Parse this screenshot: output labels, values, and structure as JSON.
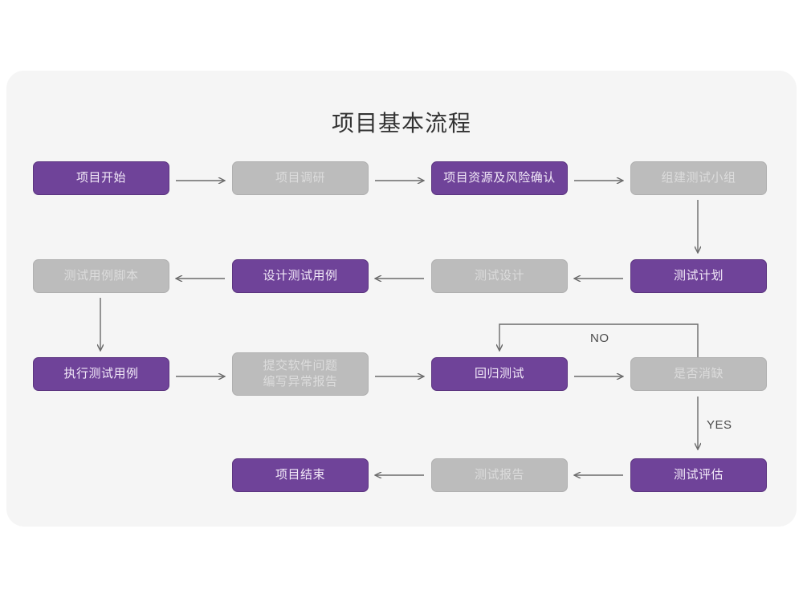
{
  "chart_data": {
    "type": "diagram",
    "diagram_kind": "flowchart",
    "title": "项目基本流程",
    "colors": {
      "canvas": "#ffffff",
      "card_background": "#f5f5f5",
      "accent_purple": "#6f4399",
      "muted_gray": "#bcbcbc",
      "purple_text": "#f2e9f8",
      "gray_text": "#dcdcdc",
      "connector": "#6b6b6b",
      "title_text": "#333333"
    },
    "nodes": [
      {
        "id": "n1",
        "label": "项目开始",
        "style": "purple",
        "row": 1,
        "col": 1
      },
      {
        "id": "n2",
        "label": "项目调研",
        "style": "gray",
        "row": 1,
        "col": 2
      },
      {
        "id": "n3",
        "label": "项目资源及风险确认",
        "style": "purple",
        "row": 1,
        "col": 3
      },
      {
        "id": "n4",
        "label": "组建测试小组",
        "style": "gray",
        "row": 1,
        "col": 4
      },
      {
        "id": "n5",
        "label": "测试用例脚本",
        "style": "gray",
        "row": 2,
        "col": 1
      },
      {
        "id": "n6",
        "label": "设计测试用例",
        "style": "purple",
        "row": 2,
        "col": 2
      },
      {
        "id": "n7",
        "label": "测试设计",
        "style": "gray",
        "row": 2,
        "col": 3
      },
      {
        "id": "n8",
        "label": "测试计划",
        "style": "purple",
        "row": 2,
        "col": 4
      },
      {
        "id": "n9",
        "label": "执行测试用例",
        "style": "purple",
        "row": 3,
        "col": 1
      },
      {
        "id": "n10",
        "label": "提交软件问题\n编写异常报告",
        "style": "gray",
        "row": 3,
        "col": 2
      },
      {
        "id": "n11",
        "label": "回归测试",
        "style": "purple",
        "row": 3,
        "col": 3
      },
      {
        "id": "n12",
        "label": "是否消缺",
        "style": "gray",
        "row": 3,
        "col": 4
      },
      {
        "id": "n13",
        "label": "项目结束",
        "style": "purple",
        "row": 4,
        "col": 2
      },
      {
        "id": "n14",
        "label": "测试报告",
        "style": "gray",
        "row": 4,
        "col": 3
      },
      {
        "id": "n15",
        "label": "测试评估",
        "style": "purple",
        "row": 4,
        "col": 4
      }
    ],
    "edges": [
      {
        "from": "n1",
        "to": "n2",
        "label": "",
        "direction": "right"
      },
      {
        "from": "n2",
        "to": "n3",
        "label": "",
        "direction": "right"
      },
      {
        "from": "n3",
        "to": "n4",
        "label": "",
        "direction": "right"
      },
      {
        "from": "n4",
        "to": "n8",
        "label": "",
        "direction": "down"
      },
      {
        "from": "n8",
        "to": "n7",
        "label": "",
        "direction": "left"
      },
      {
        "from": "n7",
        "to": "n6",
        "label": "",
        "direction": "left"
      },
      {
        "from": "n6",
        "to": "n5",
        "label": "",
        "direction": "left"
      },
      {
        "from": "n5",
        "to": "n9",
        "label": "",
        "direction": "down"
      },
      {
        "from": "n9",
        "to": "n10",
        "label": "",
        "direction": "right"
      },
      {
        "from": "n10",
        "to": "n11",
        "label": "",
        "direction": "right"
      },
      {
        "from": "n11",
        "to": "n12",
        "label": "",
        "direction": "right"
      },
      {
        "from": "n12",
        "to": "n11",
        "label": "NO",
        "direction": "loop-up-left"
      },
      {
        "from": "n12",
        "to": "n15",
        "label": "YES",
        "direction": "down"
      },
      {
        "from": "n15",
        "to": "n14",
        "label": "",
        "direction": "left"
      },
      {
        "from": "n14",
        "to": "n13",
        "label": "",
        "direction": "left"
      }
    ],
    "edge_labels": [
      "NO",
      "YES"
    ]
  },
  "title": "项目基本流程",
  "nodes": {
    "n1": "项目开始",
    "n2": "项目调研",
    "n3": "项目资源及风险确认",
    "n4": "组建测试小组",
    "n5": "测试用例脚本",
    "n6": "设计测试用例",
    "n7": "测试设计",
    "n8": "测试计划",
    "n9": "执行测试用例",
    "n10": "提交软件问题\n编写异常报告",
    "n11": "回归测试",
    "n12": "是否消缺",
    "n13": "项目结束",
    "n14": "测试报告",
    "n15": "测试评估"
  },
  "labels": {
    "no": "NO",
    "yes": "YES"
  }
}
